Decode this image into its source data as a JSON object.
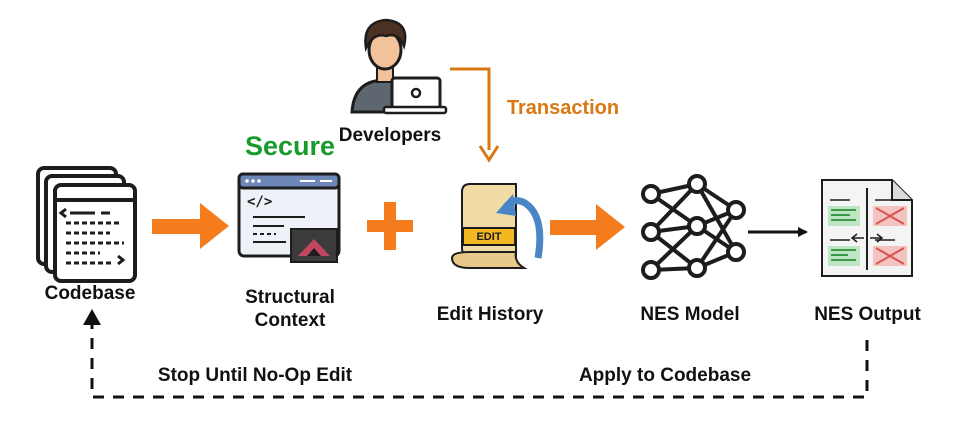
{
  "nodes": {
    "codebase": "Codebase",
    "structural_line1": "Structural",
    "structural_line2": "Context",
    "edit_history": "Edit History",
    "nes_model": "NES Model",
    "nes_output": "NES Output",
    "developers": "Developers",
    "secure": "Secure",
    "transaction": "Transaction"
  },
  "edges": {
    "stop": "Stop Until No-Op Edit",
    "apply": "Apply to Codebase"
  },
  "icons": {
    "edit_tag": "EDIT",
    "code_tag": "</>"
  },
  "colors": {
    "orange_arrow": "#f47c1c",
    "secure_green": "#1a9a2a",
    "transaction_orange": "#d97812",
    "window_blue": "#6f86b8",
    "dark_outline": "#1d1d1d"
  }
}
